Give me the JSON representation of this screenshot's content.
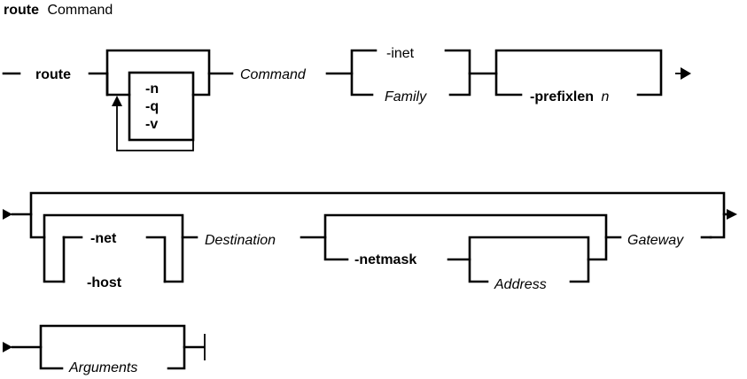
{
  "title": {
    "bold": "route",
    "rest": "Command"
  },
  "row1": {
    "keyword": "route",
    "flags": [
      "-n",
      "-q",
      "-v"
    ],
    "command": "Command",
    "family_options": [
      "-inet",
      "Family"
    ],
    "prefixlen_keyword": "-prefixlen",
    "prefixlen_arg": "n"
  },
  "row2": {
    "net_options": [
      "-net",
      "-host"
    ],
    "destination": "Destination",
    "netmask_keyword": "-netmask",
    "address": "Address",
    "gateway": "Gateway"
  },
  "row3": {
    "arguments": "Arguments"
  }
}
